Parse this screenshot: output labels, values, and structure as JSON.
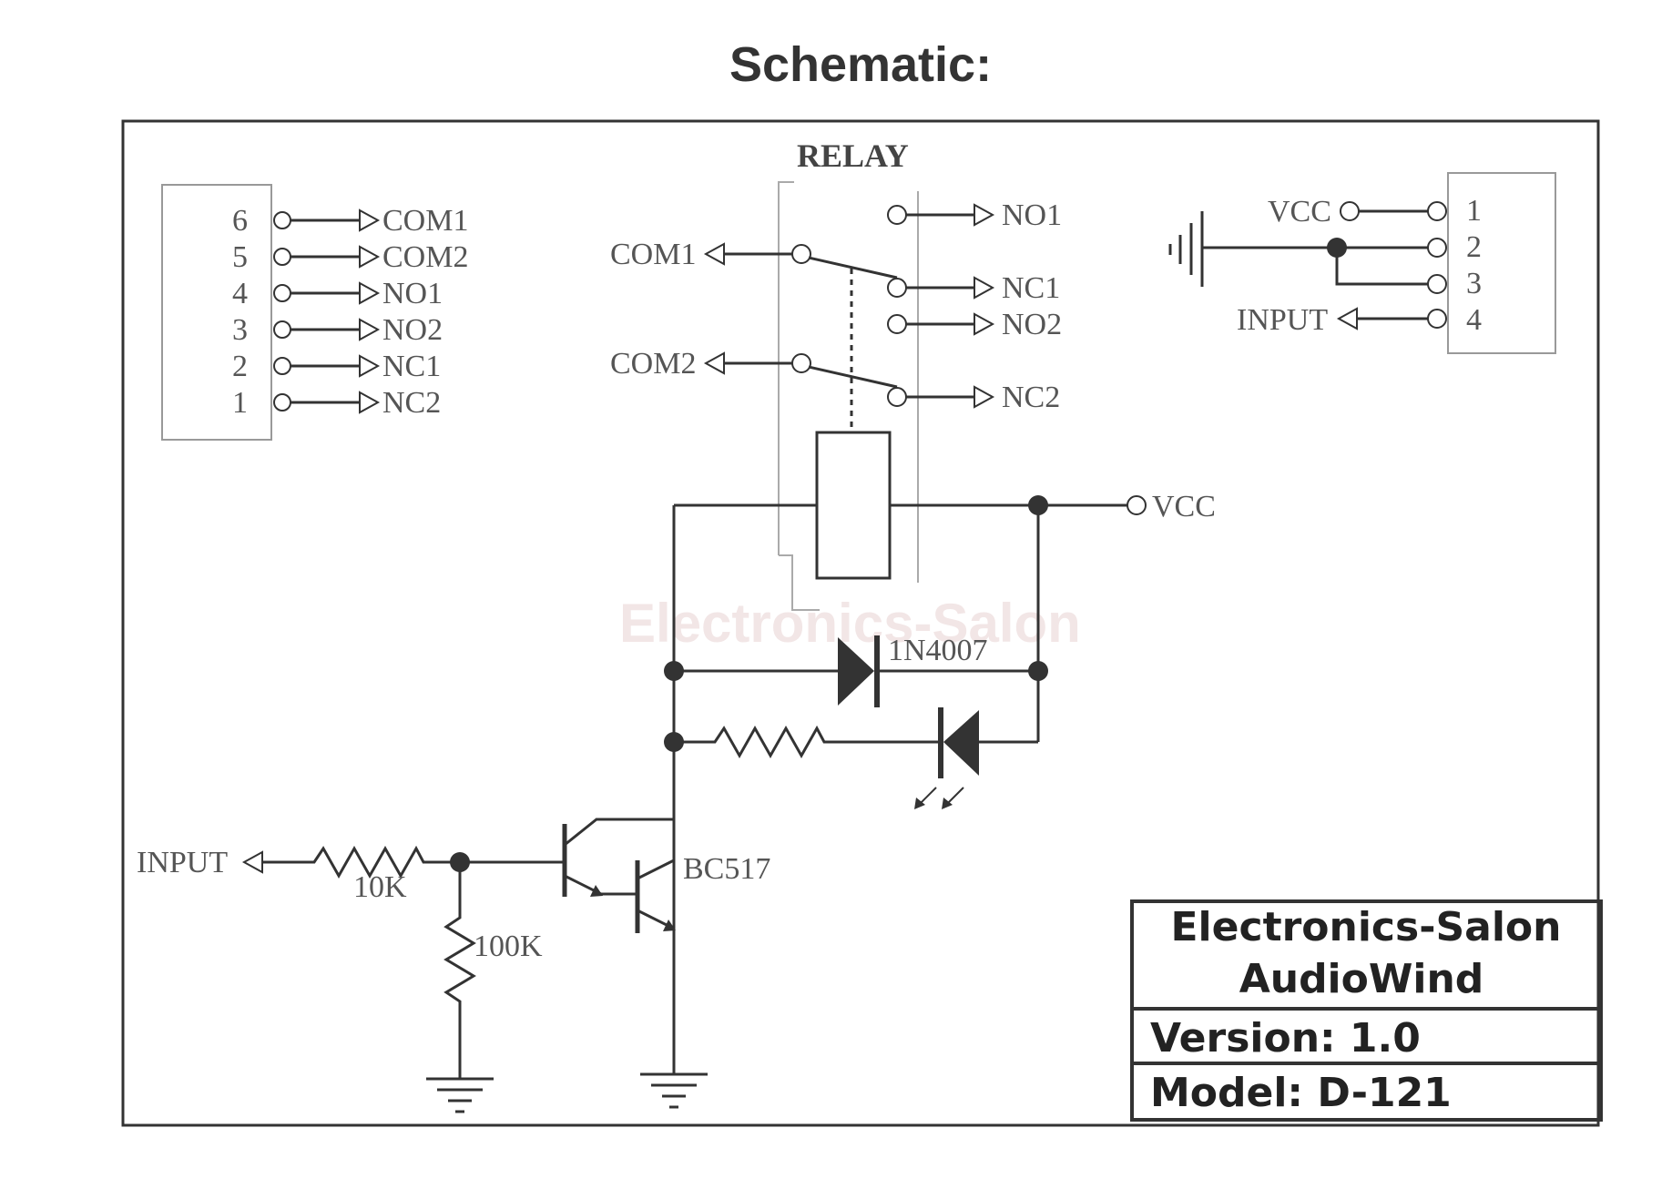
{
  "title": "Schematic:",
  "relay_label": "RELAY",
  "watermark": "Electronics-Salon",
  "left_connector": {
    "pins": [
      {
        "num": "6",
        "signal": "COM1"
      },
      {
        "num": "5",
        "signal": "COM2"
      },
      {
        "num": "4",
        "signal": "NO1"
      },
      {
        "num": "3",
        "signal": "NO2"
      },
      {
        "num": "2",
        "signal": "NC1"
      },
      {
        "num": "1",
        "signal": "NC2"
      }
    ]
  },
  "relay_contacts": {
    "com1": "COM1",
    "com2": "COM2",
    "no1": "NO1",
    "nc1": "NC1",
    "no2": "NO2",
    "nc2": "NC2"
  },
  "right_connector": {
    "vcc": "VCC",
    "input": "INPUT",
    "pins": [
      "1",
      "2",
      "3",
      "4"
    ]
  },
  "vcc_label": "VCC",
  "diode_label": "1N4007",
  "input_label": "INPUT",
  "r1_label": "10K",
  "r2_label": "100K",
  "transistor_label": "BC517",
  "title_block": {
    "line1": "Electronics-Salon",
    "line2": "AudioWind",
    "version": "Version: 1.0",
    "model": "Model: D-121"
  }
}
